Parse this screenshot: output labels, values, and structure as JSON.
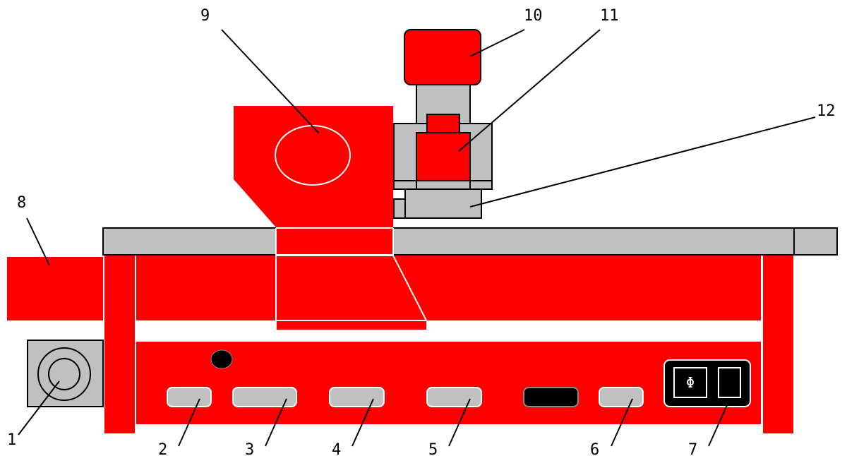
{
  "colors": {
    "red": "#ff0000",
    "gray": "#c0c0c0",
    "black": "#000000",
    "white": "#ffffff"
  },
  "callouts": [
    {
      "id": "1",
      "label": "1"
    },
    {
      "id": "2",
      "label": "2"
    },
    {
      "id": "3",
      "label": "3"
    },
    {
      "id": "4",
      "label": "4"
    },
    {
      "id": "5",
      "label": "5"
    },
    {
      "id": "6",
      "label": "6"
    },
    {
      "id": "7",
      "label": "7"
    },
    {
      "id": "8",
      "label": "8"
    },
    {
      "id": "9",
      "label": "9"
    },
    {
      "id": "10",
      "label": "10"
    },
    {
      "id": "11",
      "label": "11"
    },
    {
      "id": "12",
      "label": "12"
    }
  ],
  "switch": {
    "symbol": "Φ"
  },
  "icons": {
    "rotary_knob": "concentric-circles-icon",
    "indicator": "black-dot-icon"
  }
}
